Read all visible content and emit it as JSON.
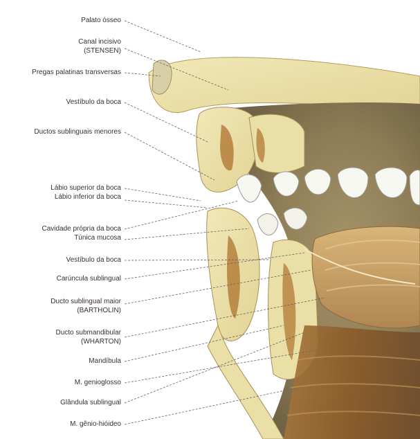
{
  "labels": {
    "palato_osseo": "Palato ósseo",
    "canal_incisivo": "Canal incisivo",
    "stensen": "(STENSEN)",
    "pregas_palatinas": "Pregas palatinas transversas",
    "vestibulo_boca_superior": "Vestíbulo da boca",
    "ductos_sublinguais_menores": "Ductos sublinguais menores",
    "labio_superior": "Lábio superior da boca",
    "labio_inferior": "Lábio inferior da boca",
    "cavidade_propria": "Cavidade própria da boca",
    "tunica_mucosa": "Túnica mucosa",
    "vestibulo_boca_inferior": "Vestíbulo da boca",
    "caruncula_sublingual": "Carúncula sublingual",
    "ducto_sublingual_maior": "Ducto sublingual maior",
    "bartholin": "(BARTHOLIN)",
    "ducto_submandibular": "Ducto submandibular",
    "wharton": "(WHARTON)",
    "mandibula": "Mandíbula",
    "m_genioglosso": "M. genioglosso",
    "glandula_sublingual": "Glândula sublingual",
    "m_genio_hioideo": "M. gênio-hióideo"
  },
  "colors": {
    "label_text": "#3a3030",
    "leader_line": "#6a6060",
    "bone": "#eadfa6",
    "tissue_dark": "#b78a4a",
    "tooth": "#f7f7f2",
    "tongue": "#c9a267",
    "muscle": "#9c6b2e",
    "deep_cavity": "#7e6f4c"
  }
}
